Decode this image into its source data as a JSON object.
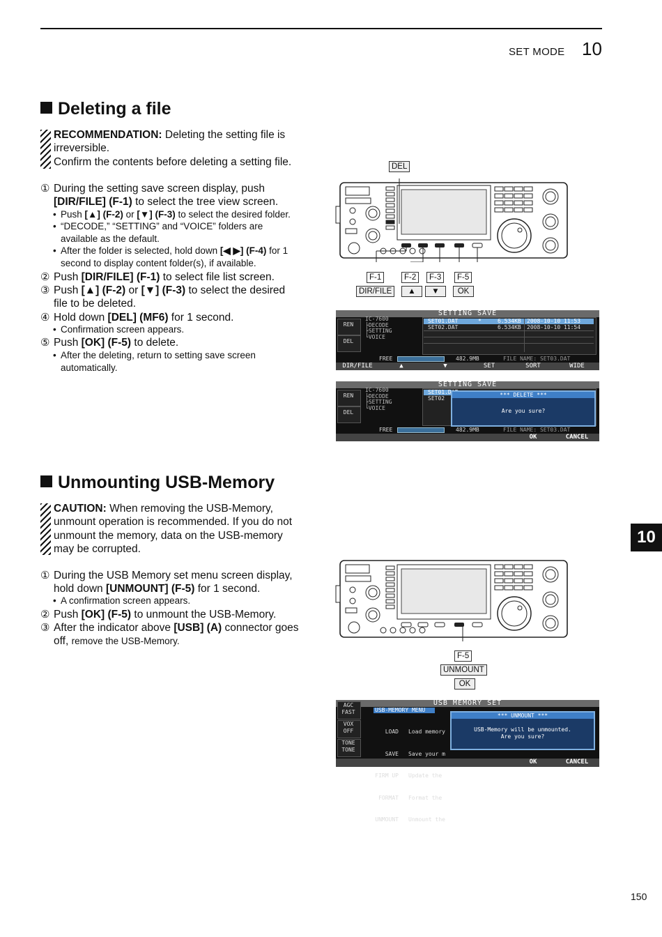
{
  "header": {
    "mode": "SET MODE",
    "chapter": "10"
  },
  "side_tab": "10",
  "page_number": "150",
  "sec1": {
    "title": "Deleting a file",
    "rec_label": "RECOMMENDATION:",
    "rec_text1": " Deleting the setting file is",
    "rec_text2": "irreversible.",
    "rec_text3": "Confirm the contents before deleting a setting file.",
    "s1_num": "①",
    "s1_a": "During the setting save screen display, push",
    "s1_b": "[DIR/FILE] (F-1)",
    "s1_c": " to select the tree view screen.",
    "b1_a": "Push ",
    "b1_b": "[▲] (F-2)",
    "b1_c": " or ",
    "b1_d": "[▼] (F-3)",
    "b1_e": " to select the desired folder.",
    "b2_a": "“DECODE,” “SETTING” and “VOICE” folders are",
    "b2_b": "available as the default.",
    "b3_a": "After the folder is selected, hold down ",
    "b3_b": "[◀ ▶] (F-4)",
    "b3_c": " for 1",
    "b3_d": "second to display content folder(s), if available.",
    "s2_num": "②",
    "s2_a": "Push ",
    "s2_b": "[DIR/FILE] (F-1)",
    "s2_c": " to select file list screen.",
    "s3_num": "③",
    "s3_a": "Push ",
    "s3_b": "[▲] (F-2)",
    "s3_c": " or ",
    "s3_d": "[▼] (F-3)",
    "s3_e": " to select the desired",
    "s3_f": "file to be deleted.",
    "s4_num": "④",
    "s4_a": "Hold down ",
    "s4_b": "[DEL] (MF6)",
    "s4_c": " for 1 second.",
    "b4": "Confirmation screen appears.",
    "s5_num": "⑤",
    "s5_a": "Push ",
    "s5_b": "[OK] (F-5)",
    "s5_c": " to delete.",
    "b5_a": "After the deleting, return to setting save screen",
    "b5_b": "automatically."
  },
  "sec2": {
    "title": "Unmounting USB-Memory",
    "caution_label": "CAUTION:",
    "caution_1": " When removing the USB-Memory,",
    "caution_2": "unmount operation is recommended. If you do not",
    "caution_3": "unmount the memory, data on the USB-memory",
    "caution_4": "may be corrupted.",
    "s1_num": "①",
    "s1_a": "During the USB Memory set menu screen display,",
    "s1_b": "hold down ",
    "s1_c": "[UNMOUNT] (F-5)",
    "s1_d": " for 1 second.",
    "b1": "A confirmation screen appears.",
    "s2_num": "②",
    "s2_a": "Push ",
    "s2_b": "[OK] (F-5)",
    "s2_c": " to unmount the USB-Memory.",
    "s3_num": "③",
    "s3_a": "After the indicator above ",
    "s3_b": "[USB] (A)",
    "s3_c": " connector goes",
    "s3_d": "off, ",
    "s3_e": "remove the USB-Memory."
  },
  "fig1_labels": {
    "del": "DEL",
    "f1": "F-1",
    "f2": "F-2",
    "f3": "F-3",
    "f5": "F-5",
    "dirfile": "DIR/FILE",
    "up": "▲",
    "down": "▼",
    "ok": "OK"
  },
  "fig2_labels": {
    "f5": "F-5",
    "unmount": "UNMOUNT",
    "ok": "OK"
  },
  "screen1": {
    "title": "SETTING SAVE",
    "side": [
      "REN",
      "DEL"
    ],
    "tree": [
      "IC-7600",
      "├DECODE",
      "├SETTING",
      "└VOICE"
    ],
    "rows": [
      {
        "name": "SET01.DAT",
        "mark": "*",
        "size": "6.534KB",
        "date": "2008-10-10 11:53"
      },
      {
        "name": "SET02.DAT",
        "mark": "",
        "size": "6.534KB",
        "date": "2008-10-10 11:54"
      }
    ],
    "free_label": "FREE",
    "free_val": "482.9MB",
    "file_name": "FILE NAME: SET03.DAT",
    "fkeys": [
      "DIR/FILE",
      "▲",
      "▼",
      "SET",
      "SORT",
      "WIDE"
    ]
  },
  "screen2": {
    "title": "SETTING SAVE",
    "side": [
      "REN",
      "DEL"
    ],
    "tree": [
      "IC-7600",
      "├DECODE",
      "├SETTING",
      "└VOICE"
    ],
    "row1": "SET01.DAT",
    "row2": "SET02",
    "dialog_title": "*** DELETE ***",
    "dialog_text": "Are you sure?",
    "free_label": "FREE",
    "free_val": "482.9MB",
    "file_name": "FILE NAME: SET03.DAT",
    "fkeys": [
      "",
      "",
      "",
      "",
      "OK",
      "CANCEL"
    ]
  },
  "screen3": {
    "title": "USB MEMORY SET",
    "side": [
      "AGC",
      "FAST",
      "VOX",
      "OFF",
      "TONE",
      "TONE"
    ],
    "menu_title": "USB-MEMORY MENU",
    "items": [
      {
        "k": "LOAD",
        "v": "Load memory"
      },
      {
        "k": "SAVE",
        "v": "Save your m"
      },
      {
        "k": "FIRM UP",
        "v": "Update the"
      },
      {
        "k": "FORMAT",
        "v": "Format the"
      },
      {
        "k": "UNMOUNT",
        "v": "Unmount the"
      }
    ],
    "dialog_title": "*** UNMOUNT ***",
    "dialog_text1": "USB-Memory will be unmounted.",
    "dialog_text2": "Are you sure?",
    "fkeys": [
      "",
      "",
      "",
      "",
      "OK",
      "CANCEL"
    ]
  }
}
